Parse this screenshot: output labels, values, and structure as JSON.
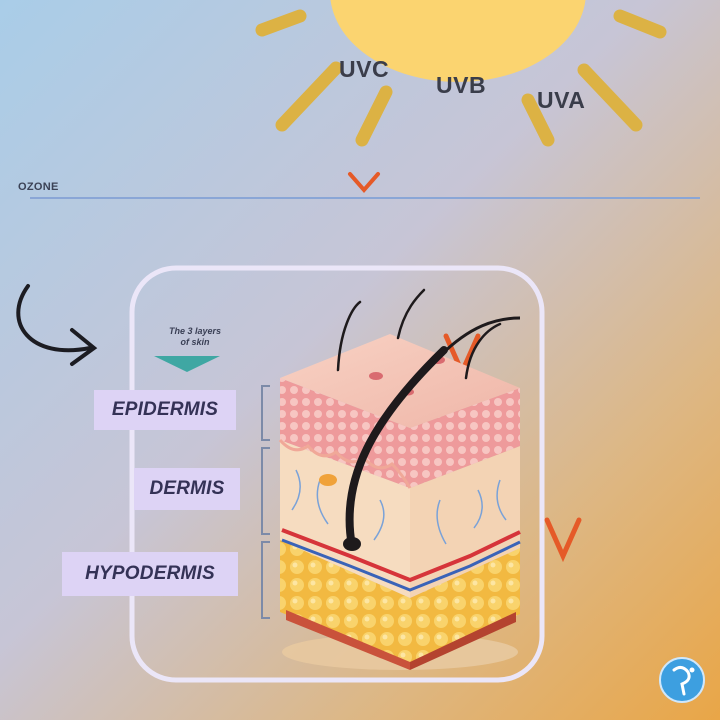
{
  "rays": {
    "uvc": "UVC",
    "uvb": "UVB",
    "uva": "UVA"
  },
  "ozone_label": "OZONE",
  "caption": {
    "line1": "The 3 layers",
    "line2": "of skin"
  },
  "layers": [
    "EPIDERMIS",
    "DERMIS",
    "HYPODERMIS"
  ],
  "colors": {
    "sun": "#fbd470",
    "sun_ray": "#dcb244",
    "ray_arrow": "#e55a28",
    "ozone_line": "#8aa6d6",
    "layer_box": "#ddd3f5",
    "panel_border": "#ebe6f8",
    "pointer": "#3fa7a3"
  }
}
